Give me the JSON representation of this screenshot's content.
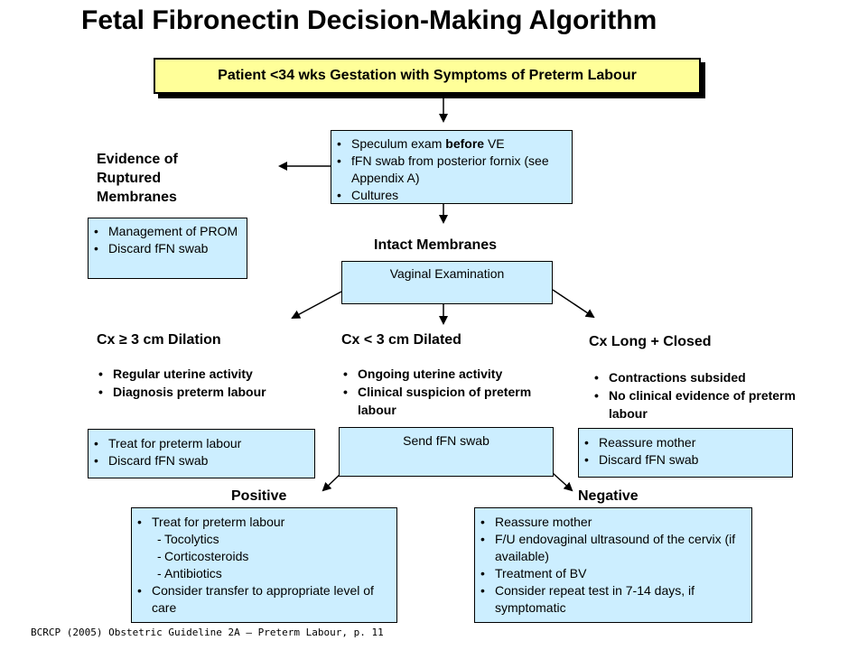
{
  "title": "Fetal Fibronectin Decision-Making Algorithm",
  "start_box": "Patient <34 wks Gestation with Symptoms of Preterm Labour",
  "exam_box": {
    "items": [
      {
        "pre": "Speculum exam ",
        "bold": "before",
        "post": " VE"
      },
      {
        "pre": "fFN swab from posterior fornix (see Appendix A)",
        "bold": "",
        "post": ""
      },
      {
        "pre": "Cultures",
        "bold": "",
        "post": ""
      }
    ]
  },
  "ruptured": {
    "heading": "Evidence of Ruptured Membranes",
    "items": [
      "Management of PROM",
      "Discard fFN swab"
    ]
  },
  "intact": {
    "heading": "Intact Membranes",
    "box": "Vaginal Examination"
  },
  "left_branch": {
    "heading": "Cx ≥ 3 cm Dilation",
    "criteria": [
      "Regular uterine activity",
      "Diagnosis preterm labour"
    ],
    "action": [
      "Treat for preterm labour",
      "Discard fFN swab"
    ]
  },
  "middle_branch": {
    "heading": "Cx < 3 cm Dilated",
    "criteria": [
      "Ongoing uterine activity",
      "Clinical suspicion of preterm labour"
    ],
    "action": "Send fFN swab"
  },
  "right_branch": {
    "heading": "Cx Long + Closed",
    "criteria": [
      "Contractions subsided",
      "No clinical evidence of preterm labour"
    ],
    "action": [
      "Reassure mother",
      "Discard fFN swab"
    ]
  },
  "positive": {
    "heading": "Positive",
    "items": [
      {
        "text": "Treat for preterm labour",
        "sub": false
      },
      {
        "text": "Tocolytics",
        "sub": true
      },
      {
        "text": "Corticosteroids",
        "sub": true
      },
      {
        "text": "Antibiotics",
        "sub": true
      },
      {
        "text": "Consider transfer to appropriate level of care",
        "sub": false
      }
    ]
  },
  "negative": {
    "heading": "Negative",
    "items": [
      "Reassure mother",
      "F/U endovaginal ultrasound of the cervix (if available)",
      "Treatment of BV",
      "Consider repeat test in 7-14 days, if symptomatic"
    ]
  },
  "footer": "BCRCP (2005) Obstetric Guideline 2A – Preterm Labour, p. 11",
  "colors": {
    "box_fill": "#cceeff",
    "start_fill": "#ffff99",
    "line": "#000000"
  }
}
